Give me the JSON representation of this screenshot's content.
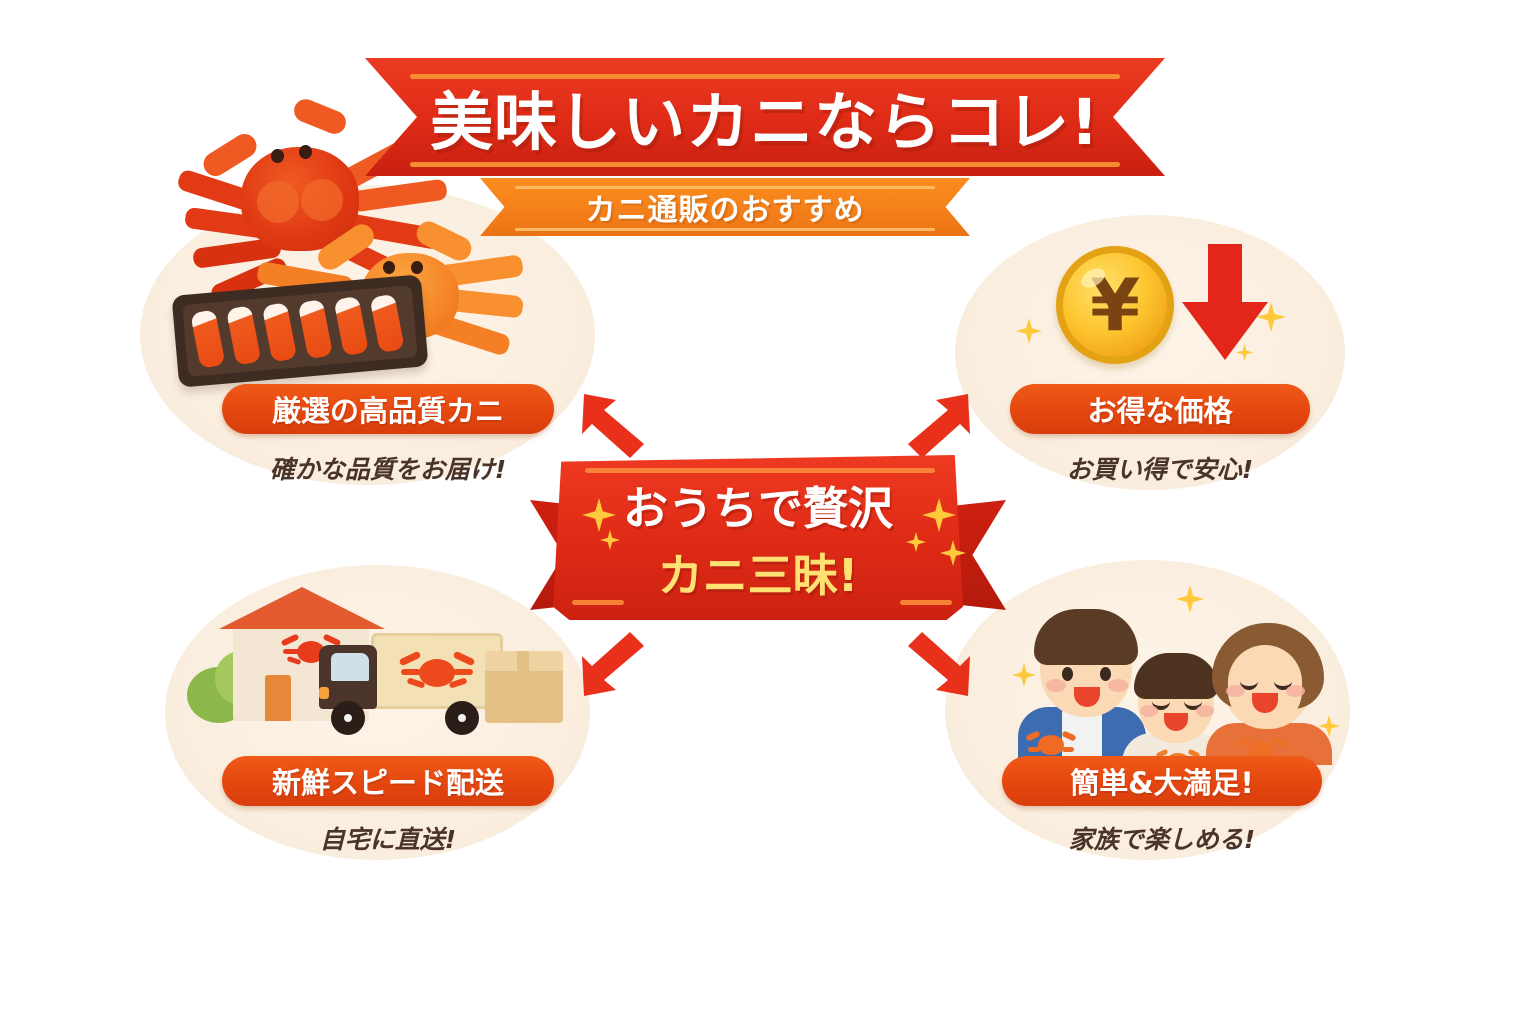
{
  "page": {
    "background": "#ffffff",
    "language": "ja"
  },
  "header": {
    "title": "美味しいカニならコレ!",
    "subtitle": "カニ通販のおすすめ",
    "banner_color": "#e02c17",
    "subtitle_color": "#f4801a"
  },
  "center_ribbon": {
    "line1": "おうちで贅沢",
    "line2": "カニ三昧!",
    "line1_color": "#ffffff",
    "line2_color": "#ffe072",
    "ribbon_color": "#e02b16"
  },
  "features": [
    {
      "id": "quality",
      "position": "top-left",
      "label": "厳選の高品質カニ",
      "caption": "確かな品質をお届け!",
      "pill_color": "#e5470f",
      "illustration": "crabs-and-crab-stick-tray"
    },
    {
      "id": "price",
      "position": "top-right",
      "label": "お得な価格",
      "caption": "お買い得で安心!",
      "pill_color": "#e5470f",
      "illustration": "yen-coin-with-down-arrow"
    },
    {
      "id": "delivery",
      "position": "bottom-left",
      "label": "新鮮スピード配送",
      "caption": "自宅に直送!",
      "pill_color": "#e5470f",
      "illustration": "house-truck-and-parcel"
    },
    {
      "id": "satisfaction",
      "position": "bottom-right",
      "label": "簡単&大満足!",
      "caption": "家族で楽しめる!",
      "pill_color": "#e5470f",
      "illustration": "happy-family-eating-crab"
    }
  ],
  "arrows": {
    "color": "#e8301a",
    "directions": [
      "up-left",
      "up-right",
      "down-left",
      "down-right"
    ]
  },
  "icons": {
    "yen_symbol": "¥",
    "sparkle": "sparkle-icon"
  }
}
